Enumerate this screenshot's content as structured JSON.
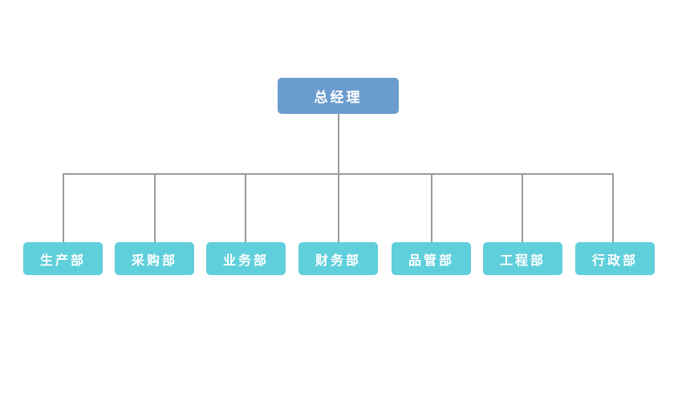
{
  "diagram": {
    "root": {
      "label": "总经理",
      "color": "#6a9ccd"
    },
    "departments": [
      {
        "label": "生产部"
      },
      {
        "label": "采购部"
      },
      {
        "label": "业务部"
      },
      {
        "label": "财务部"
      },
      {
        "label": "品管部"
      },
      {
        "label": "工程部"
      },
      {
        "label": "行政部"
      }
    ],
    "department_color": "#5fcfdb",
    "connector_color": "#9a9a9a"
  }
}
